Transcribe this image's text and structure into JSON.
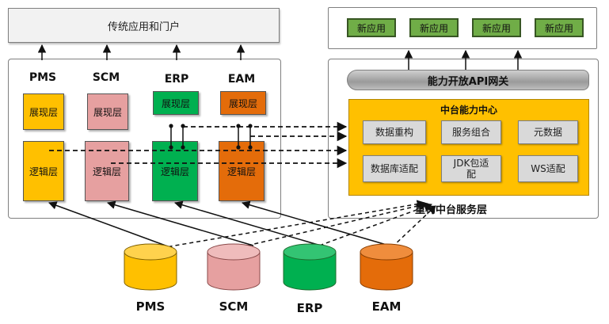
{
  "legacy_portal": "传统应用和门户",
  "systems": [
    {
      "name": "PMS",
      "presentation": "展现层",
      "logic": "逻辑层",
      "color": "#ffc000",
      "presColor": "#ffc000"
    },
    {
      "name": "SCM",
      "presentation": "展现层",
      "logic": "逻辑层",
      "color": "#e6a0a0",
      "presColor": "#e6a0a0"
    },
    {
      "name": "ERP",
      "presentation": "展现层",
      "logic": "逻辑层",
      "color": "#00b050",
      "presColor": "#00b050"
    },
    {
      "name": "EAM",
      "presentation": "展现层",
      "logic": "逻辑层",
      "color": "#e46c0a",
      "presColor": "#e46c0a"
    }
  ],
  "new_apps": [
    "新应用",
    "新应用",
    "新应用",
    "新应用"
  ],
  "api_gateway": "能力开放API网关",
  "capability_center": {
    "title": "中台能力中心",
    "items": [
      "数据重构",
      "服务组合",
      "元数据",
      "数据库适配",
      "JDK包适配",
      "WS适配"
    ]
  },
  "service_layer_label": "重构中台服务层",
  "databases": [
    "PMS",
    "SCM",
    "ERP",
    "EAM"
  ]
}
